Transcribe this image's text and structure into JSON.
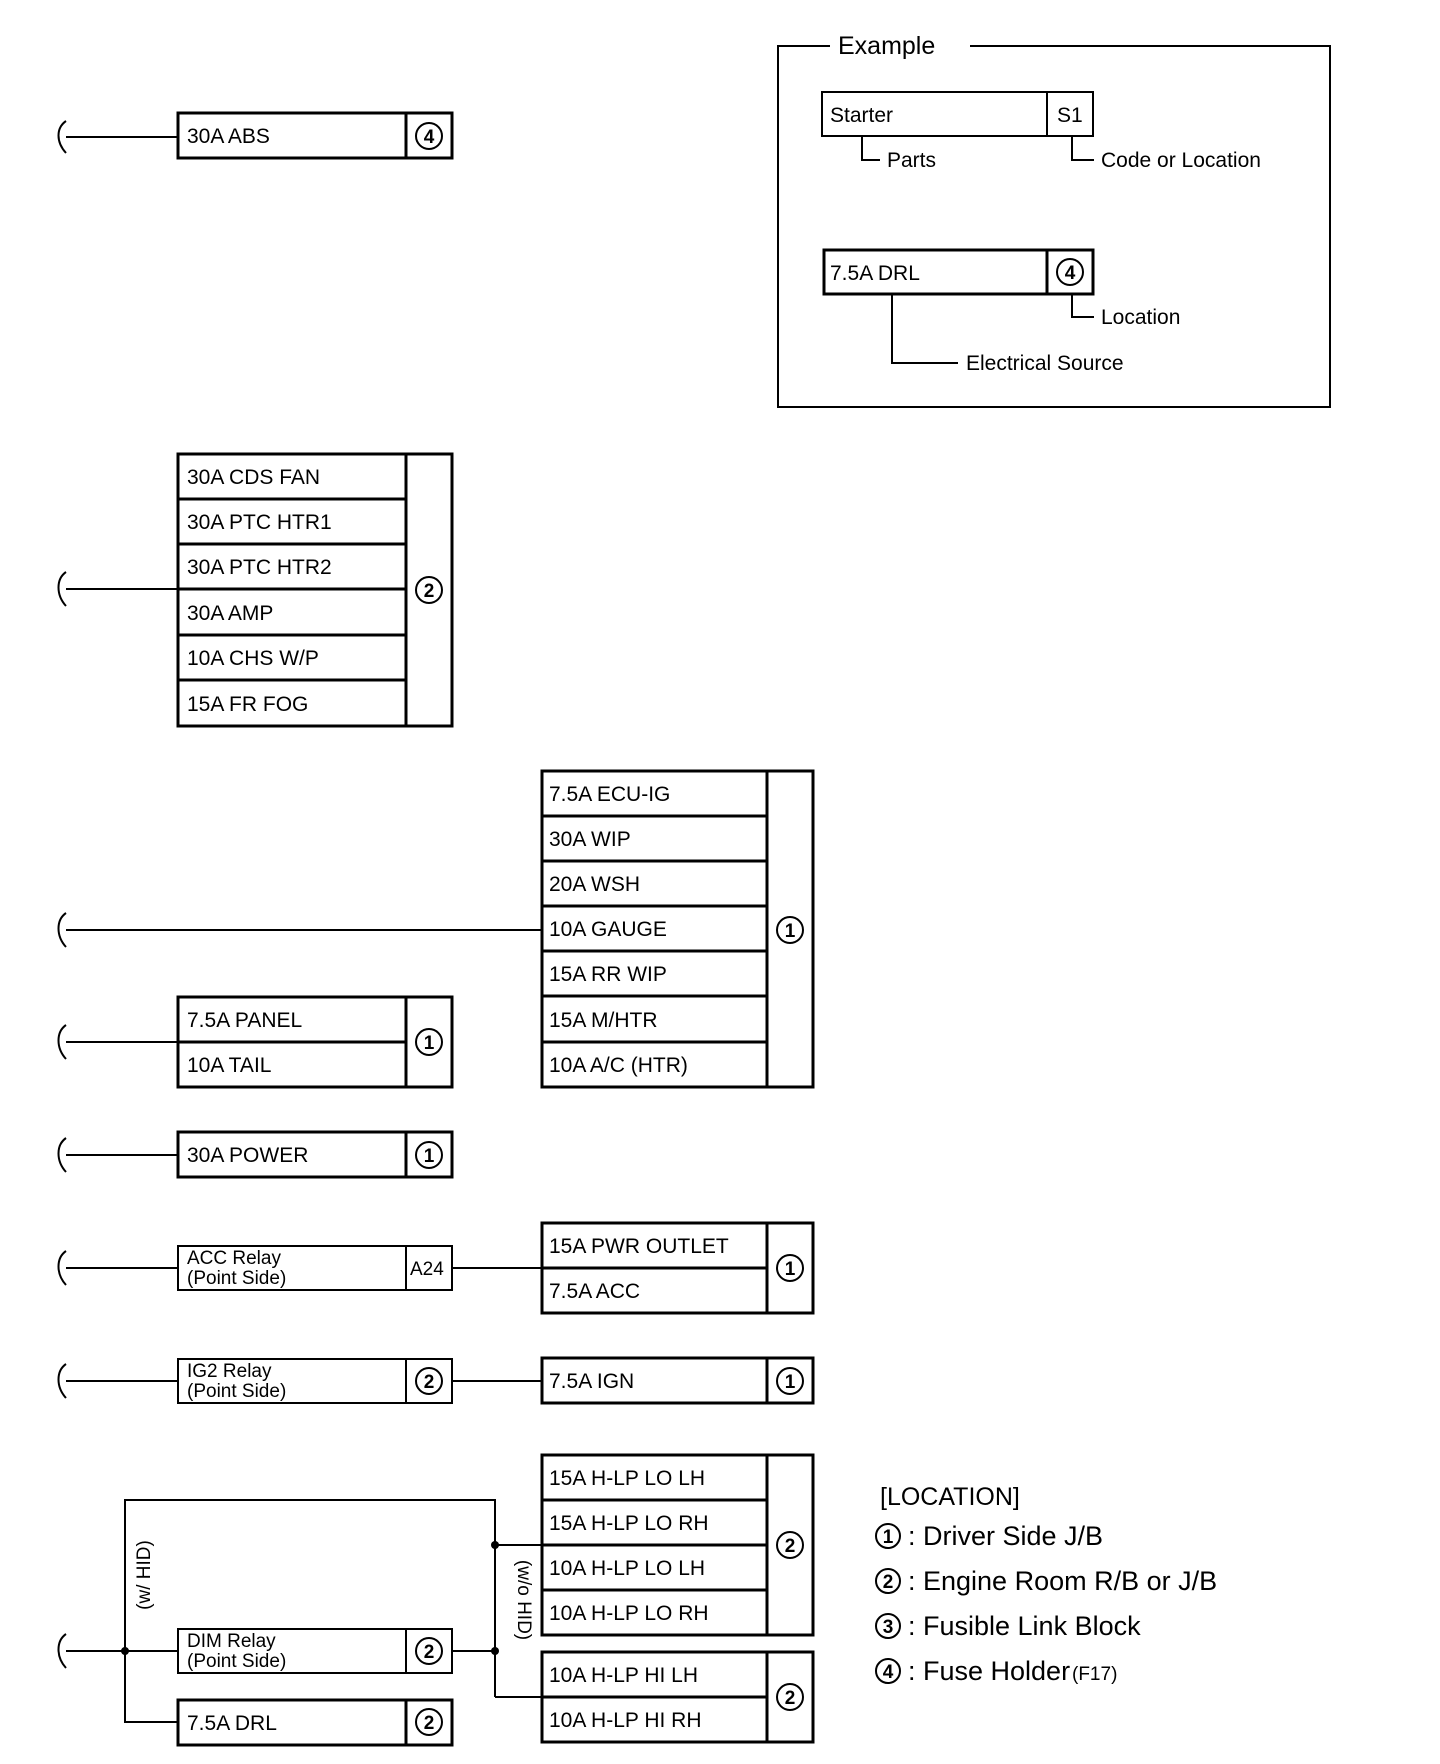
{
  "example": {
    "title": "Example",
    "part_name": "Starter",
    "part_code": "S1",
    "parts_label": "Parts",
    "code_label": "Code or Location",
    "fuse_name": "7.5A DRL",
    "fuse_loc": "4",
    "location_label": "Location",
    "source_label": "Electrical Source"
  },
  "groups": {
    "abs": {
      "fuses": [
        "30A ABS"
      ],
      "loc": "4"
    },
    "engine": {
      "fuses": [
        "30A CDS FAN",
        "30A PTC HTR1",
        "30A PTC HTR2",
        "30A AMP",
        "10A CHS W/P",
        "15A FR FOG"
      ],
      "loc": "2"
    },
    "ecu": {
      "fuses": [
        "7.5A ECU-IG",
        "30A WIP",
        "20A WSH",
        "10A GAUGE",
        "15A RR WIP",
        "15A M/HTR",
        "10A A/C (HTR)"
      ],
      "loc": "1"
    },
    "panel": {
      "fuses": [
        "7.5A PANEL",
        "10A TAIL"
      ],
      "loc": "1"
    },
    "power": {
      "fuses": [
        "30A POWER"
      ],
      "loc": "1"
    },
    "acc_relay": {
      "line1": "ACC  Relay",
      "line2": "(Point Side)",
      "code": "A24"
    },
    "acc_fuses": {
      "fuses": [
        "15A PWR OUTLET",
        "7.5A ACC"
      ],
      "loc": "1"
    },
    "ig2_relay": {
      "line1": "IG2  Relay",
      "line2": "(Point Side)",
      "loc": "2"
    },
    "ign": {
      "fuses": [
        "7.5A IGN"
      ],
      "loc": "1"
    },
    "hlp_lo": {
      "fuses": [
        "15A H-LP LO LH",
        "15A H-LP LO RH",
        "10A H-LP LO LH",
        "10A H-LP LO RH"
      ],
      "loc": "2"
    },
    "hlp_hi": {
      "fuses": [
        "10A H-LP HI LH",
        "10A H-LP HI RH"
      ],
      "loc": "2"
    },
    "dim_relay": {
      "line1": "DIM  Relay",
      "line2": "(Point Side)",
      "loc": "2"
    },
    "drl": {
      "fuses": [
        "7.5A DRL"
      ],
      "loc": "2"
    }
  },
  "branch_labels": {
    "with_hid": "(w/ HID)",
    "without_hid": "(w/o HID)"
  },
  "legend": {
    "title": "[LOCATION]",
    "items": [
      {
        "num": "1",
        "text": ": Driver Side J/B",
        "note": ""
      },
      {
        "num": "2",
        "text": ": Engine Room R/B or J/B",
        "note": ""
      },
      {
        "num": "3",
        "text": ": Fusible Link Block",
        "note": ""
      },
      {
        "num": "4",
        "text": ": Fuse Holder",
        "note": "(F17)"
      }
    ]
  }
}
